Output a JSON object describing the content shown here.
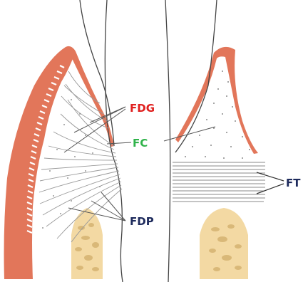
{
  "labels": {
    "fdg": "FDG",
    "fc": "FC",
    "fdp": "FDP",
    "ft": "FT"
  },
  "colors": {
    "fdg": "#e0201f",
    "fc": "#2fb34a",
    "fdp": "#1d2a5c",
    "ft": "#1d2a5c",
    "gingiva": "#e2765a",
    "bone": "#f3d9a3",
    "fiber": "#8a8a8a",
    "outline": "#444444"
  }
}
